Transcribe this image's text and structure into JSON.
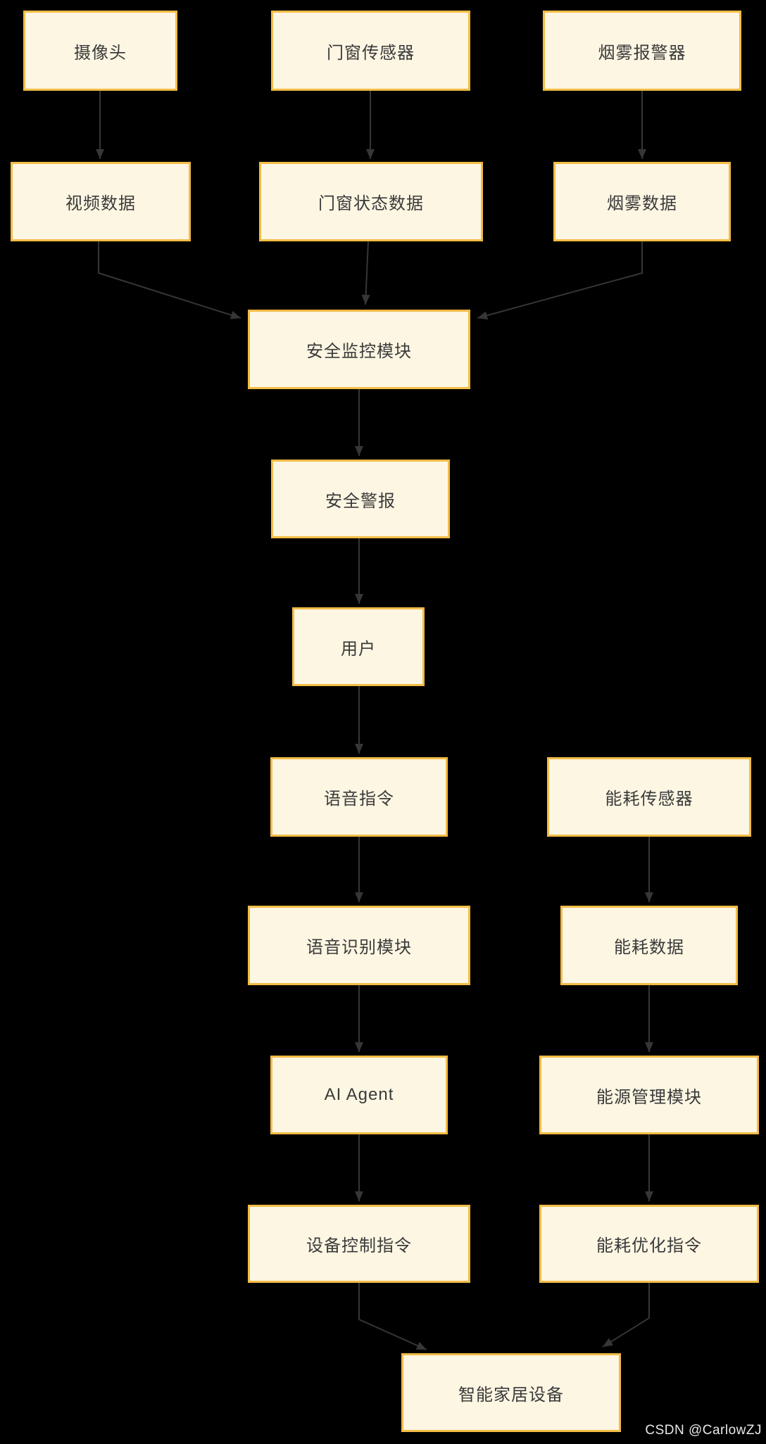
{
  "diagram": {
    "background_color": "#000000",
    "node_fill_color": "#FDF6E3",
    "node_border_color": "#F2BC45",
    "edge_color": "#363636",
    "text_color": "#3a3a3a",
    "nodes": {
      "camera": {
        "label": "摄像头"
      },
      "door_sensor": {
        "label": "门窗传感器"
      },
      "smoke_alarm": {
        "label": "烟雾报警器"
      },
      "video_data": {
        "label": "视频数据"
      },
      "door_status_data": {
        "label": "门窗状态数据"
      },
      "smoke_data": {
        "label": "烟雾数据"
      },
      "security_module": {
        "label": "安全监控模块"
      },
      "security_alert": {
        "label": "安全警报"
      },
      "user": {
        "label": "用户"
      },
      "voice_command": {
        "label": "语音指令"
      },
      "energy_sensor": {
        "label": "能耗传感器"
      },
      "voice_recognition": {
        "label": "语音识别模块"
      },
      "energy_data": {
        "label": "能耗数据"
      },
      "ai_agent": {
        "label": "AI Agent"
      },
      "energy_management": {
        "label": "能源管理模块"
      },
      "device_control": {
        "label": "设备控制指令"
      },
      "energy_optimization": {
        "label": "能耗优化指令"
      },
      "smart_home_device": {
        "label": "智能家居设备"
      }
    },
    "edges": [
      {
        "from": "camera",
        "to": "video_data"
      },
      {
        "from": "door_sensor",
        "to": "door_status_data"
      },
      {
        "from": "smoke_alarm",
        "to": "smoke_data"
      },
      {
        "from": "video_data",
        "to": "security_module"
      },
      {
        "from": "door_status_data",
        "to": "security_module"
      },
      {
        "from": "smoke_data",
        "to": "security_module"
      },
      {
        "from": "security_module",
        "to": "security_alert"
      },
      {
        "from": "security_alert",
        "to": "user"
      },
      {
        "from": "user",
        "to": "voice_command"
      },
      {
        "from": "voice_command",
        "to": "voice_recognition"
      },
      {
        "from": "voice_recognition",
        "to": "ai_agent"
      },
      {
        "from": "ai_agent",
        "to": "device_control"
      },
      {
        "from": "device_control",
        "to": "smart_home_device"
      },
      {
        "from": "energy_sensor",
        "to": "energy_data"
      },
      {
        "from": "energy_data",
        "to": "energy_management"
      },
      {
        "from": "energy_management",
        "to": "energy_optimization"
      },
      {
        "from": "energy_optimization",
        "to": "smart_home_device"
      }
    ],
    "watermark": "CSDN @CarlowZJ"
  }
}
